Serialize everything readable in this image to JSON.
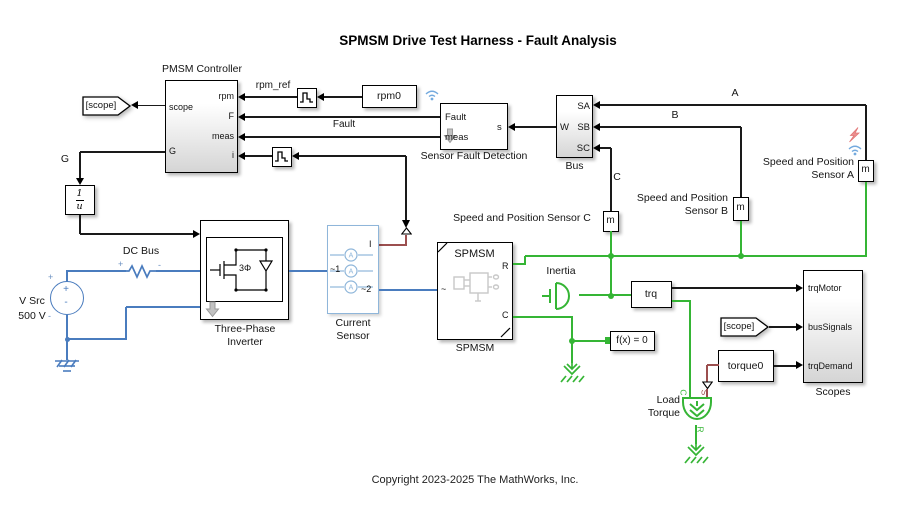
{
  "title": "SPMSM Drive Test Harness - Fault Analysis",
  "copyright": "Copyright 2023-2025 The MathWorks, Inc.",
  "colors": {
    "signal_wire": "#1a1a1a",
    "electrical_wire": "#4a7cbe",
    "electrical_light": "#8fb6da",
    "mechanical_wire": "#35b535",
    "physical_signal_wire": "#9c4f4f",
    "background": "#ffffff"
  },
  "goto_tag": {
    "label": "[scope]"
  },
  "from_tag": {
    "label": "[scope]"
  },
  "controller": {
    "name": "PMSM Controller",
    "ports": {
      "scope": "scope",
      "g": "G",
      "rpm": "rpm",
      "f": "F",
      "meas": "meas",
      "i": "i"
    }
  },
  "reciprocal": {
    "numerator": "1",
    "denominator": "u"
  },
  "rpm0": {
    "label": "rpm0"
  },
  "wire_labels": {
    "rpm_ref": "rpm_ref",
    "fault": "Fault",
    "g": "G",
    "dc_bus": "DC Bus",
    "a": "A",
    "b": "B",
    "c": "C"
  },
  "sfd": {
    "name": "Sensor Fault Detection",
    "ports": {
      "fault": "Fault",
      "meas": "meas",
      "s": "s"
    }
  },
  "bus": {
    "name": "Bus",
    "ports": {
      "w": "W",
      "sa": "SA",
      "sb": "SB",
      "sc": "SC"
    }
  },
  "sensor_a": {
    "label1": "Speed and Position",
    "label2": "Sensor A",
    "block": "m"
  },
  "sensor_b": {
    "label1": "Speed and Position",
    "label2": "Sensor B",
    "block": "m"
  },
  "sensor_c": {
    "label": "Speed and Position Sensor C",
    "block": "m"
  },
  "vsrc": {
    "name": "V Src",
    "value": "500 V",
    "plus": "+",
    "minus": "-"
  },
  "marks": {
    "plus": "+",
    "minus": "-"
  },
  "inverter": {
    "name1": "Three-Phase",
    "name2": "Inverter",
    "phase": "3Φ"
  },
  "current_sensor": {
    "name1": "Current",
    "name2": "Sensor",
    "ammeter": "A",
    "ports": {
      "p1": "~1",
      "i": "I",
      "p2": "~2"
    }
  },
  "spmsm": {
    "title": "SPMSM",
    "name": "SPMSM",
    "ports": {
      "conn": "~",
      "r": "R",
      "c": "C"
    }
  },
  "inertia": {
    "name": "Inertia"
  },
  "trq": {
    "label": "trq"
  },
  "solver": {
    "label": "f(x) = 0"
  },
  "torque0": {
    "label": "torque0"
  },
  "load_torque": {
    "name1": "Load",
    "name2": "Torque",
    "ports": {
      "c": "C",
      "s": "S",
      "r": "R"
    }
  },
  "scopes": {
    "name": "Scopes",
    "ports": {
      "trqMotor": "trqMotor",
      "busSignals": "busSignals",
      "trqDemand": "trqDemand"
    }
  }
}
